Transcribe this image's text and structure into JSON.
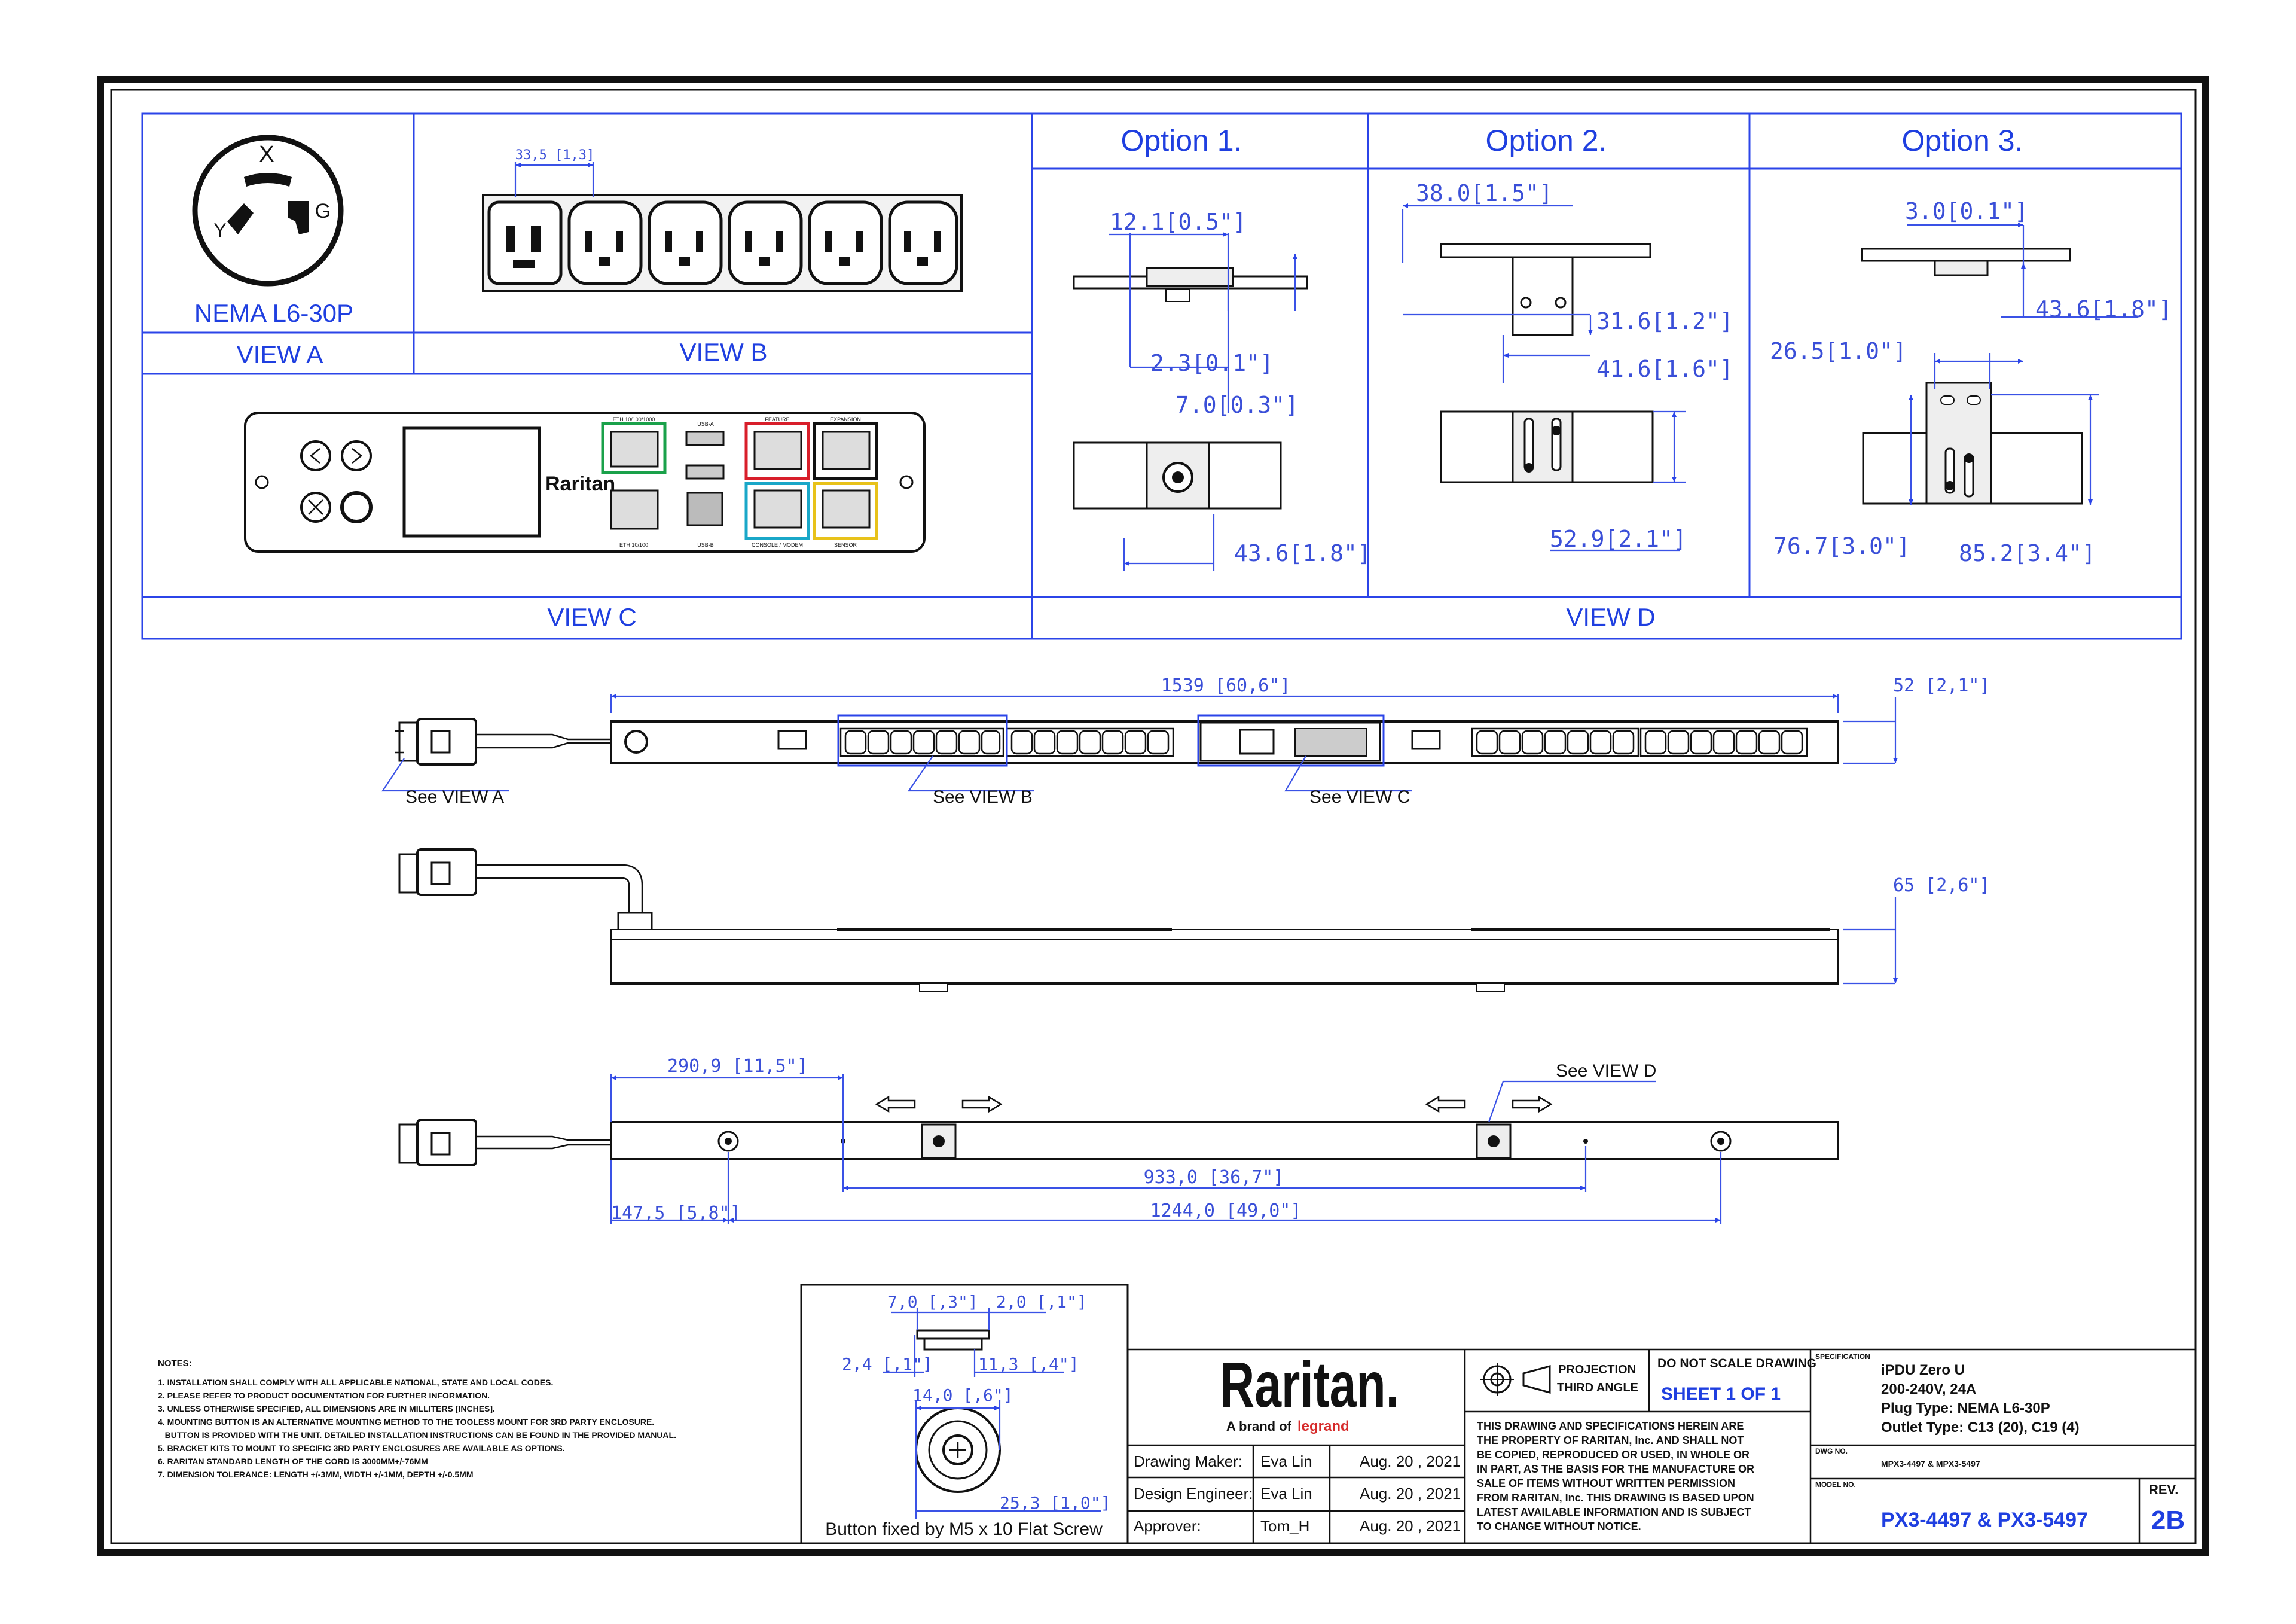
{
  "view_a": {
    "plug_letters": [
      "X",
      "G",
      "Y"
    ],
    "plug_name": "NEMA L6-30P",
    "label": "VIEW A"
  },
  "view_b": {
    "dim": "33,5 [1,3]",
    "label": "VIEW B"
  },
  "view_c": {
    "label": "VIEW C",
    "brand": "Raritan",
    "port_labels": [
      "ETH 10/100/1000",
      "USB-A",
      "FEATURE",
      "EXPANSION",
      "ETH 10/100",
      "USB-B",
      "CONSOLE / MODEM",
      "SENSOR"
    ]
  },
  "view_d": {
    "label": "VIEW D",
    "options": [
      {
        "title": "Option 1.",
        "dims": [
          "12.1[0.5\"]",
          "2.3[0.1\"]",
          "7.0[0.3\"]",
          "43.6[1.8\"]"
        ]
      },
      {
        "title": "Option  2.",
        "dims": [
          "38.0[1.5\"]",
          "31.6[1.2\"]",
          "41.6[1.6\"]",
          "52.9[2.1\"]"
        ]
      },
      {
        "title": "Option 3.",
        "dims": [
          "3.0[0.1\"]",
          "43.6[1.8\"]",
          "26.5[1.0\"]",
          "76.7[3.0\"]",
          "85.2[3.4\"]"
        ]
      }
    ]
  },
  "main_views": {
    "top": {
      "length": "1539  [60,6\"]",
      "width": "52  [2,1\"]",
      "callouts": [
        "See VIEW A",
        "See VIEW B",
        "See VIEW C"
      ]
    },
    "side": {
      "depth": "65  [2,6\"]"
    },
    "back": {
      "callout": "See VIEW D",
      "dims": [
        "290,9  [11,5\"]",
        "933,0  [36,7\"]",
        "147,5  [5,8\"]",
        "1244,0  [49,0\"]"
      ]
    }
  },
  "button_detail": {
    "dims": [
      "7,0  [,3\"]",
      "2,0  [,1\"]",
      "2,4  [,1\"]",
      "11,3  [,4\"]",
      "14,0  [,6\"]",
      "25,3  [1,0\"]"
    ],
    "caption": "Button fixed by M5 x 10 Flat Screw"
  },
  "notes": {
    "title": "NOTES:",
    "items": [
      "1. INSTALLATION SHALL COMPLY WITH ALL APPLICABLE NATIONAL, STATE AND LOCAL CODES.",
      "2. PLEASE REFER TO PRODUCT DOCUMENTATION FOR FURTHER INFORMATION.",
      "3. UNLESS OTHERWISE SPECIFIED, ALL DIMENSIONS ARE IN MILLITERS [INCHES].",
      "4. MOUNTING BUTTON IS AN ALTERNATIVE MOUNTING METHOD TO THE TOOLESS MOUNT FOR 3RD PARTY ENCLOSURE.",
      "   BUTTON IS PROVIDED WITH THE UNIT. DETAILED INSTALLATION INSTRUCTIONS CAN BE FOUND IN THE PROVIDED MANUAL.",
      "5. BRACKET KITS TO MOUNT TO SPECIFIC 3RD PARTY ENCLOSURES ARE AVAILABLE AS OPTIONS.",
      "6. RARITAN STANDARD LENGTH OF THE CORD IS 3000MM+/-76MM",
      "7. DIMENSION TOLERANCE: LENGTH +/-3MM, WIDTH +/-1MM, DEPTH +/-0.5MM"
    ]
  },
  "title_block": {
    "logo": "Raritan.",
    "tagline_prefix": "A brand of",
    "tagline_brand": "legrand",
    "rows": [
      {
        "role": "Drawing Maker:",
        "name": "Eva Lin",
        "date": "Aug. 20 , 2021"
      },
      {
        "role": "Design Engineer:",
        "name": "Eva Lin",
        "date": "Aug. 20 , 2021"
      },
      {
        "role": "Approver:",
        "name": "Tom_H",
        "date": "Aug. 20 , 2021"
      }
    ],
    "projection": "PROJECTION",
    "projection_type": "THIRD ANGLE",
    "do_not_scale": "DO NOT SCALE DRAWING",
    "sheet": "SHEET 1 OF 1",
    "disclaimer": [
      "THIS DRAWING AND SPECIFICATIONS HEREIN ARE",
      "THE PROPERTY OF RARITAN, Inc. AND SHALL NOT",
      "BE COPIED, REPRODUCED OR USED, IN WHOLE OR",
      "IN PART, AS THE BASIS FOR THE MANUFACTURE OR",
      "SALE OF ITEMS WITHOUT WRITTEN PERMISSION",
      "FROM RARITAN, Inc. THIS DRAWING IS BASED UPON",
      "LATEST AVAILABLE INFORMATION AND IS SUBJECT",
      "TO CHANGE WITHOUT NOTICE."
    ],
    "spec_label": "SPECIFICATION",
    "spec": [
      "iPDU Zero U",
      "200-240V, 24A",
      "Plug Type: NEMA L6-30P",
      "Outlet Type: C13 (20), C19 (4)"
    ],
    "dwg_label": "DWG NO.",
    "dwg_no": "MPX3-4497 & MPX3-5497",
    "model_label": "MODEL NO.",
    "model": "PX3-4497 & PX3-5497",
    "rev_label": "REV.",
    "rev": "2B"
  }
}
